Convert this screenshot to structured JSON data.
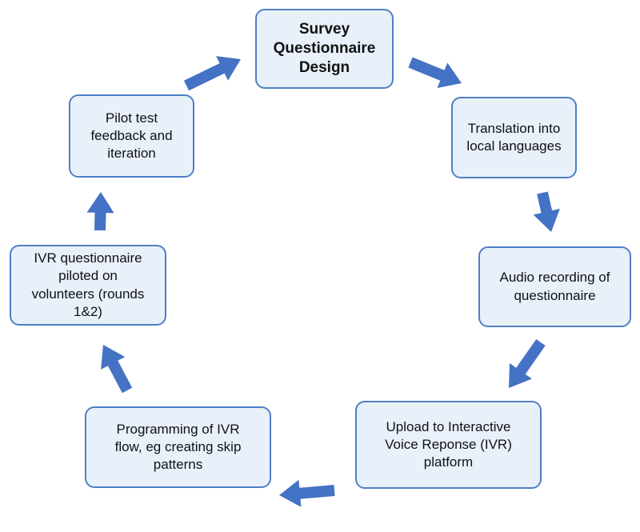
{
  "diagram": {
    "colors": {
      "box_fill": "#e8f0fa",
      "box_border": "#4f7fc4",
      "arrow": "#4472c4"
    },
    "nodes": [
      {
        "id": "survey",
        "label": "Survey\nQuestionnaire\nDesign"
      },
      {
        "id": "translate",
        "label": "Translation into\nlocal languages"
      },
      {
        "id": "audio",
        "label": "Audio recording of\nquestionnaire"
      },
      {
        "id": "upload",
        "label": "Upload to Interactive\nVoice Reponse (IVR)\nplatform"
      },
      {
        "id": "program",
        "label": "Programming of IVR\nflow, eg creating skip\npatterns"
      },
      {
        "id": "ivr",
        "label": "IVR questionnaire\npiloted on\nvolunteers (rounds\n1&2)"
      },
      {
        "id": "pilot",
        "label": "Pilot test\nfeedback and\niteration"
      }
    ],
    "edges": [
      {
        "from": "survey",
        "to": "translate"
      },
      {
        "from": "translate",
        "to": "audio"
      },
      {
        "from": "audio",
        "to": "upload"
      },
      {
        "from": "upload",
        "to": "program"
      },
      {
        "from": "program",
        "to": "ivr"
      },
      {
        "from": "ivr",
        "to": "pilot"
      },
      {
        "from": "pilot",
        "to": "survey"
      }
    ]
  }
}
